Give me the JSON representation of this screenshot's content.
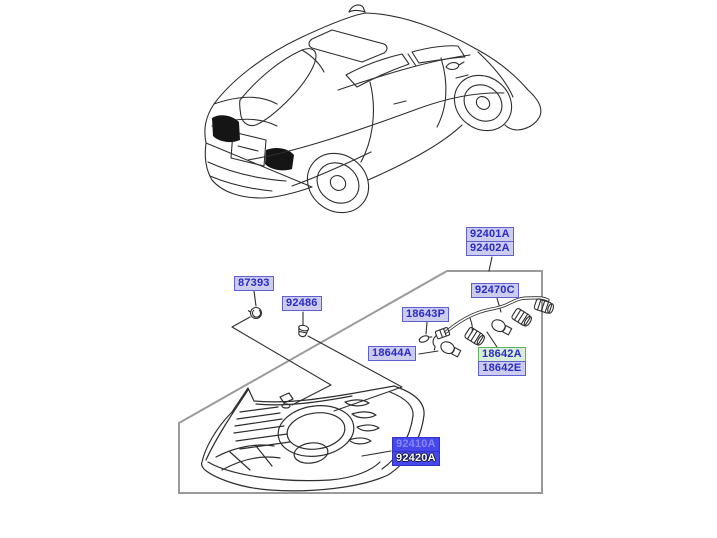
{
  "page": {
    "background": "#ffffff",
    "kind": "parts-catalog-exploded-diagram"
  },
  "labels": {
    "l92401a": "92401A",
    "l92402a": "92402A",
    "l87393": "87393",
    "l92486": "92486",
    "l92470c": "92470C",
    "l18643p": "18643P",
    "l18644a": "18644A",
    "l18642a": "18642A",
    "l18642e": "18642E",
    "l92410a": "92410A",
    "l92420a": "92420A"
  },
  "colors": {
    "label_text": "#2b2bbf",
    "label_bg": "#ccccee",
    "label_border": "#5f5fd0",
    "green_label_bg": "#d8eed8",
    "green_label_border": "#63ae63",
    "selected_bg": "#4747ee",
    "selected_border": "#3333c8",
    "selected_text_top": "#8888f2",
    "selected_text_bottom": "#ffffff",
    "art_line": "#2e2e2e",
    "frame_line": "#9a9a9a",
    "lamp_black_fill": "#151515"
  },
  "icons": {
    "car": "sedan-rear-three-quarter-line-drawing",
    "frame": "sheared-parallelogram-frame",
    "grommet": "grommet-fastener-icon",
    "clip": "push-clip-fastener-icon",
    "harness": "rear-lamp-wiring-harness",
    "bulb": "wedge-bulb-icon",
    "socket": "bulb-socket-icon",
    "lamp": "rear-combination-lamp-assembly",
    "stud": "mounting-stud-icon"
  }
}
